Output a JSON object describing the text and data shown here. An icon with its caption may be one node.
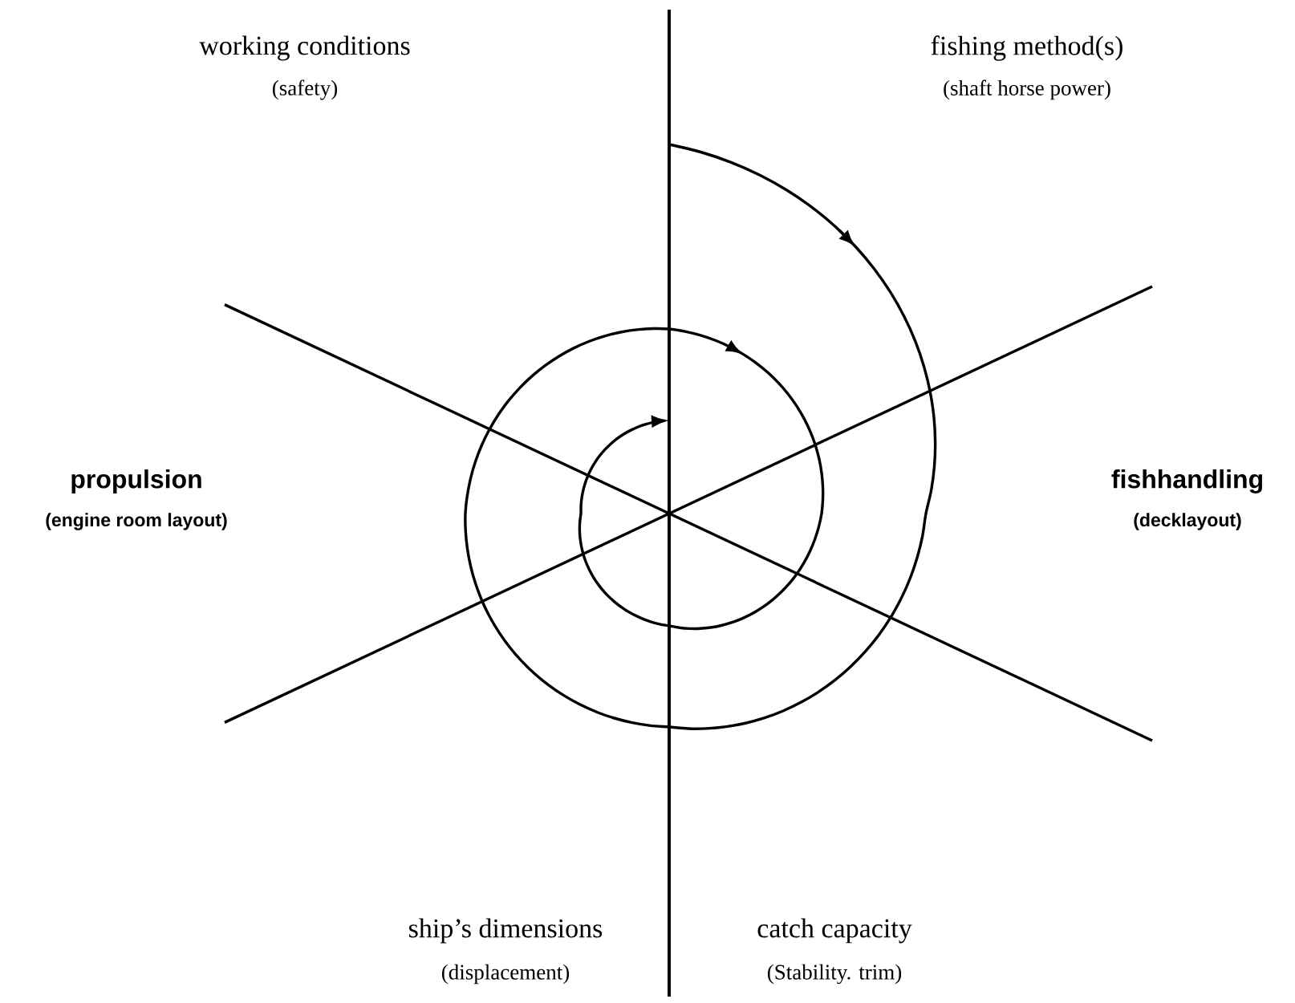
{
  "diagram": {
    "labels": [
      "working conditions",
      "(safety)",
      "fishing method(s)",
      "(shaft horse power)",
      "propulsion",
      "(engine room layout)",
      "fishhandling",
      "(decklayout)",
      "ship’s dimensions",
      "(displacement)",
      "catch capacity",
      "(Stability. trim)"
    ]
  }
}
